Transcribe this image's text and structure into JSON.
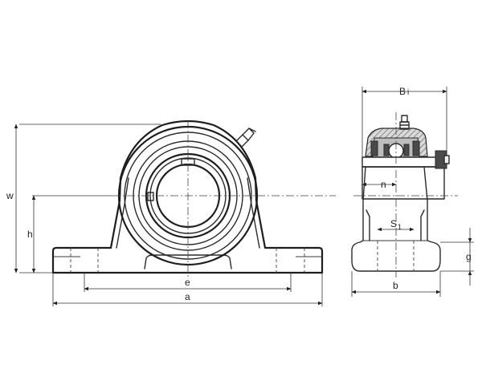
{
  "front_view": {
    "labels": {
      "w": "w",
      "h": "h",
      "e": "e",
      "a": "a"
    }
  },
  "side_view": {
    "labels": {
      "bi_main": "B",
      "bi_sub": "i",
      "n": "n",
      "s1_main": "S",
      "s1_sub": "1",
      "b": "b",
      "g": "g"
    }
  }
}
